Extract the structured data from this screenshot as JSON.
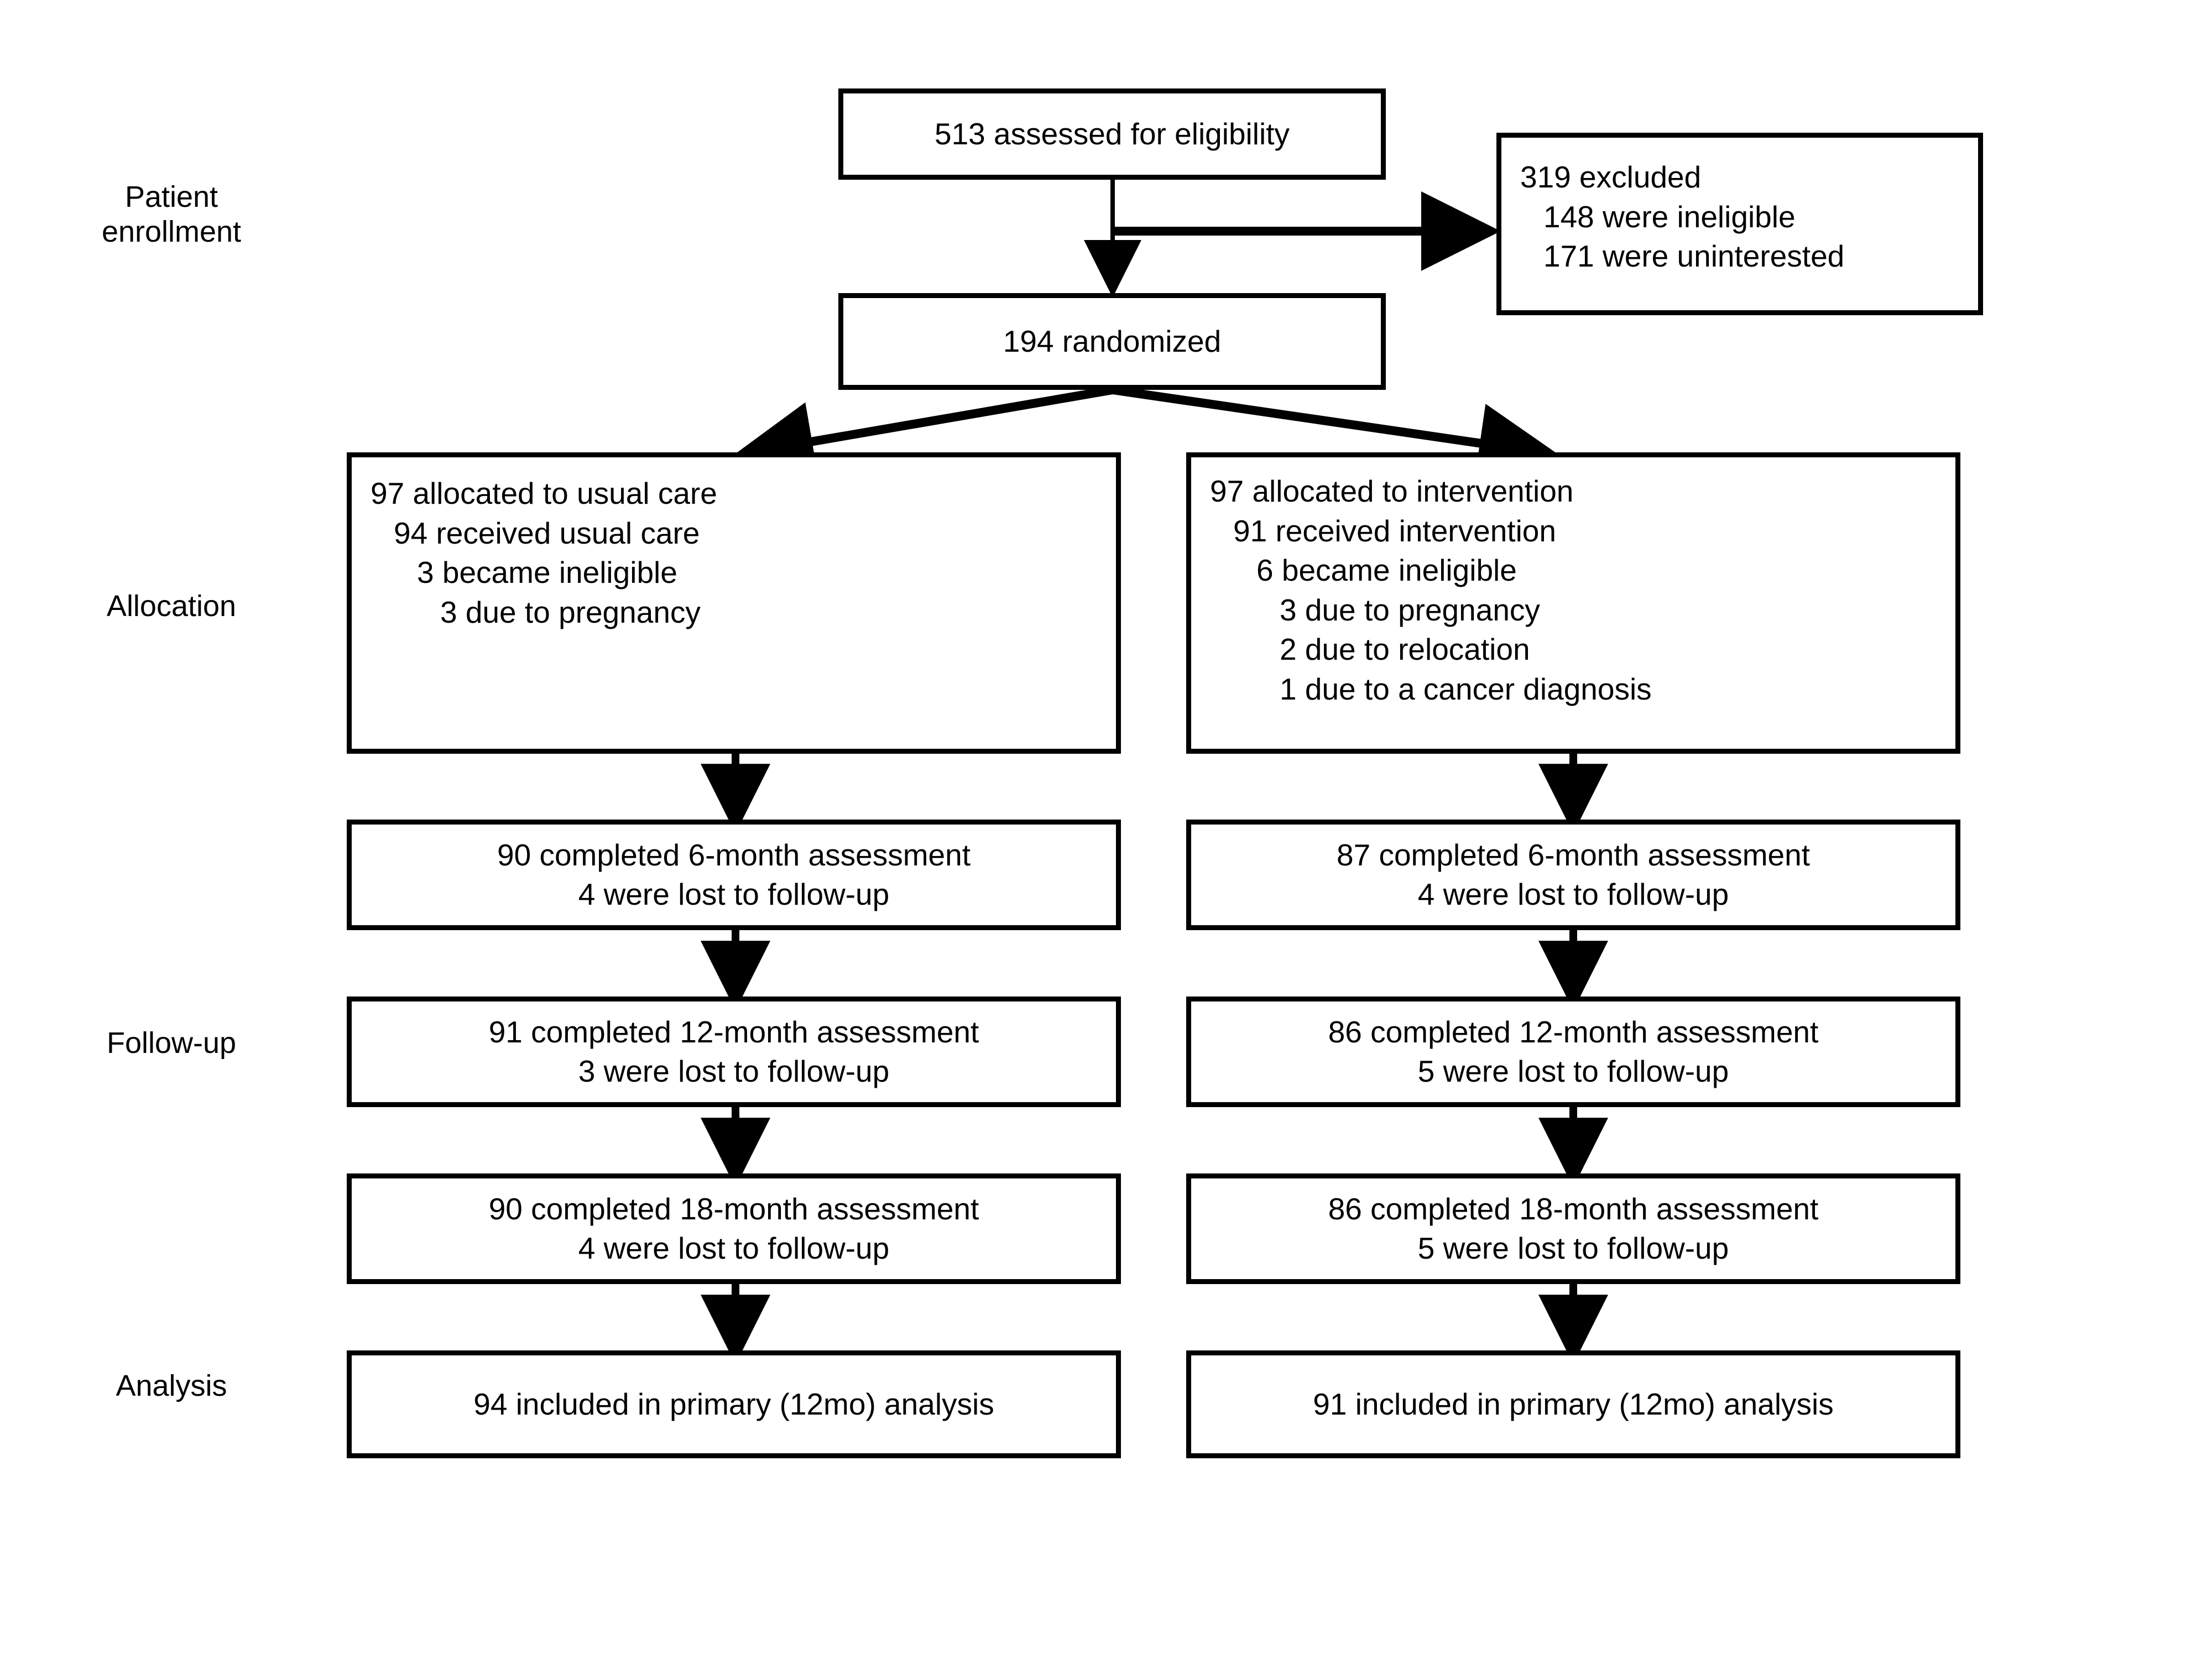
{
  "figure": {
    "type": "consort-flow-diagram",
    "background": "#ffffff",
    "line_color": "#000000",
    "text_color": "#000000"
  },
  "stage_labels": [
    {
      "id": "enrollment",
      "text": "Patient\nenrollment"
    },
    {
      "id": "allocation",
      "text": "Allocation"
    },
    {
      "id": "followup",
      "text": "Follow-up"
    },
    {
      "id": "analysis",
      "text": "Analysis"
    }
  ],
  "boxes": {
    "assessed": {
      "id": "assessed-for-eligibility",
      "align": "center",
      "lines": [
        {
          "text": "513 assessed for eligibility",
          "indent": 0
        }
      ]
    },
    "excluded": {
      "id": "excluded",
      "align": "left",
      "lines": [
        {
          "text": "319 excluded",
          "indent": 0
        },
        {
          "text": "148 were ineligible",
          "indent": 1
        },
        {
          "text": "171 were uninterested",
          "indent": 1
        }
      ]
    },
    "randomized": {
      "id": "randomized",
      "align": "center",
      "lines": [
        {
          "text": "194 randomized",
          "indent": 0
        }
      ]
    },
    "alloc_control": {
      "id": "allocated-usual-care",
      "align": "left",
      "lines": [
        {
          "text": "97 allocated to usual care",
          "indent": 0
        },
        {
          "text": "94 received usual care",
          "indent": 1
        },
        {
          "text": "3 became ineligible",
          "indent": 2
        },
        {
          "text": "3 due to pregnancy",
          "indent": 3
        }
      ]
    },
    "alloc_intervention": {
      "id": "allocated-intervention",
      "align": "left",
      "lines": [
        {
          "text": "97 allocated to intervention",
          "indent": 0
        },
        {
          "text": "91 received intervention",
          "indent": 1
        },
        {
          "text": "6 became ineligible",
          "indent": 2
        },
        {
          "text": "3 due to pregnancy",
          "indent": 3
        },
        {
          "text": "2 due to relocation",
          "indent": 3
        },
        {
          "text": "1 due to a cancer diagnosis",
          "indent": 3
        }
      ]
    },
    "control_6mo": {
      "id": "control-6-month",
      "align": "center",
      "lines": [
        {
          "text": "90 completed 6-month assessment",
          "indent": 0
        },
        {
          "text": "4 were lost to follow-up",
          "indent": 0
        }
      ]
    },
    "control_12mo": {
      "id": "control-12-month",
      "align": "center",
      "lines": [
        {
          "text": "91 completed 12-month assessment",
          "indent": 0
        },
        {
          "text": "3 were lost to follow-up",
          "indent": 0
        }
      ]
    },
    "control_18mo": {
      "id": "control-18-month",
      "align": "center",
      "lines": [
        {
          "text": "90 completed 18-month assessment",
          "indent": 0
        },
        {
          "text": "4 were lost to follow-up",
          "indent": 0
        }
      ]
    },
    "control_analysis": {
      "id": "control-analysis",
      "align": "center",
      "lines": [
        {
          "text": "94 included in primary (12mo) analysis",
          "indent": 0
        }
      ]
    },
    "intervention_6mo": {
      "id": "intervention-6-month",
      "align": "center",
      "lines": [
        {
          "text": "87 completed 6-month assessment",
          "indent": 0
        },
        {
          "text": "4 were lost to follow-up",
          "indent": 0
        }
      ]
    },
    "intervention_12mo": {
      "id": "intervention-12-month",
      "align": "center",
      "lines": [
        {
          "text": "86 completed 12-month assessment",
          "indent": 0
        },
        {
          "text": "5 were lost to follow-up",
          "indent": 0
        }
      ]
    },
    "intervention_18mo": {
      "id": "intervention-18-month",
      "align": "center",
      "lines": [
        {
          "text": "86 completed 18-month assessment",
          "indent": 0
        },
        {
          "text": "5 were lost to follow-up",
          "indent": 0
        }
      ]
    },
    "intervention_analysis": {
      "id": "intervention-analysis",
      "align": "center",
      "lines": [
        {
          "text": "91 included in primary (12mo) analysis",
          "indent": 0
        }
      ]
    }
  },
  "chart_data": {
    "type": "diagram",
    "title": "CONSORT participant flow",
    "nodes": [
      {
        "id": "assessed",
        "stage": "Patient enrollment",
        "n": 513
      },
      {
        "id": "excluded",
        "stage": "Patient enrollment",
        "n": 319,
        "breakdown": [
          {
            "label": "were ineligible",
            "n": 148
          },
          {
            "label": "were uninterested",
            "n": 171
          }
        ]
      },
      {
        "id": "randomized",
        "stage": "Patient enrollment",
        "n": 194
      },
      {
        "id": "alloc_control",
        "stage": "Allocation",
        "arm": "usual care",
        "allocated": 97,
        "received": 94,
        "became_ineligible": 3,
        "reasons": [
          {
            "label": "due to pregnancy",
            "n": 3
          }
        ]
      },
      {
        "id": "alloc_intervention",
        "stage": "Allocation",
        "arm": "intervention",
        "allocated": 97,
        "received": 91,
        "became_ineligible": 6,
        "reasons": [
          {
            "label": "due to pregnancy",
            "n": 3
          },
          {
            "label": "due to relocation",
            "n": 2
          },
          {
            "label": "due to a cancer diagnosis",
            "n": 1
          }
        ]
      },
      {
        "id": "control_6mo",
        "stage": "Follow-up",
        "arm": "usual care",
        "timepoint": "6-month",
        "completed": 90,
        "lost": 4
      },
      {
        "id": "control_12mo",
        "stage": "Follow-up",
        "arm": "usual care",
        "timepoint": "12-month",
        "completed": 91,
        "lost": 3
      },
      {
        "id": "control_18mo",
        "stage": "Follow-up",
        "arm": "usual care",
        "timepoint": "18-month",
        "completed": 90,
        "lost": 4
      },
      {
        "id": "intervention_6mo",
        "stage": "Follow-up",
        "arm": "intervention",
        "timepoint": "6-month",
        "completed": 87,
        "lost": 4
      },
      {
        "id": "intervention_12mo",
        "stage": "Follow-up",
        "arm": "intervention",
        "timepoint": "12-month",
        "completed": 86,
        "lost": 5
      },
      {
        "id": "intervention_18mo",
        "stage": "Follow-up",
        "arm": "intervention",
        "timepoint": "18-month",
        "completed": 86,
        "lost": 5
      },
      {
        "id": "control_analysis",
        "stage": "Analysis",
        "arm": "usual care",
        "included": 94,
        "analysis": "primary (12mo)"
      },
      {
        "id": "intervention_analysis",
        "stage": "Analysis",
        "arm": "intervention",
        "included": 91,
        "analysis": "primary (12mo)"
      }
    ],
    "edges": [
      {
        "from": "assessed",
        "to": "excluded",
        "style": "elbow-right"
      },
      {
        "from": "assessed",
        "to": "randomized",
        "style": "straight-down"
      },
      {
        "from": "randomized",
        "to": "alloc_control",
        "style": "diagonal-left"
      },
      {
        "from": "randomized",
        "to": "alloc_intervention",
        "style": "diagonal-right"
      },
      {
        "from": "alloc_control",
        "to": "control_6mo",
        "style": "straight-down"
      },
      {
        "from": "control_6mo",
        "to": "control_12mo",
        "style": "straight-down"
      },
      {
        "from": "control_12mo",
        "to": "control_18mo",
        "style": "straight-down"
      },
      {
        "from": "control_18mo",
        "to": "control_analysis",
        "style": "straight-down"
      },
      {
        "from": "alloc_intervention",
        "to": "intervention_6mo",
        "style": "straight-down"
      },
      {
        "from": "intervention_6mo",
        "to": "intervention_12mo",
        "style": "straight-down"
      },
      {
        "from": "intervention_12mo",
        "to": "intervention_18mo",
        "style": "straight-down"
      },
      {
        "from": "intervention_18mo",
        "to": "intervention_analysis",
        "style": "straight-down"
      }
    ]
  }
}
